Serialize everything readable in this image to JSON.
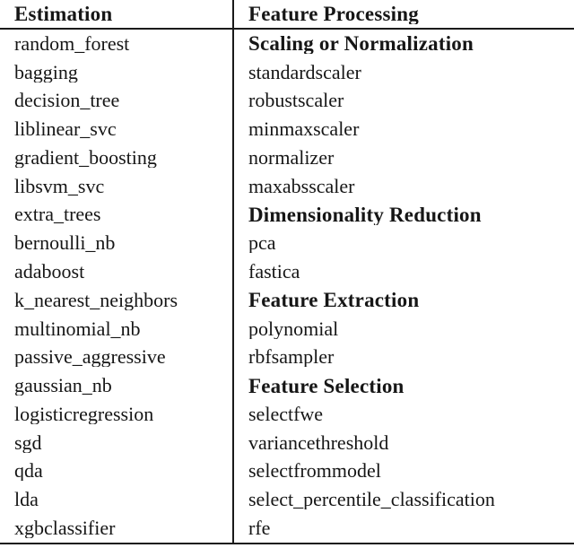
{
  "colors": {
    "background": "#ffffff",
    "text": "#161616",
    "rule": "#1a1a1a"
  },
  "table": {
    "header": [
      "Estimation",
      "Feature Processing"
    ],
    "rows": [
      {
        "estimation": "random_forest",
        "feature": "Scaling or Normalization",
        "bold": true
      },
      {
        "estimation": "bagging",
        "feature": "standardscaler",
        "bold": false
      },
      {
        "estimation": "decision_tree",
        "feature": "robustscaler",
        "bold": false
      },
      {
        "estimation": "liblinear_svc",
        "feature": "minmaxscaler",
        "bold": false
      },
      {
        "estimation": "gradient_boosting",
        "feature": "normalizer",
        "bold": false
      },
      {
        "estimation": "libsvm_svc",
        "feature": "maxabsscaler",
        "bold": false
      },
      {
        "estimation": "extra_trees",
        "feature": "Dimensionality Reduction",
        "bold": true
      },
      {
        "estimation": "bernoulli_nb",
        "feature": "pca",
        "bold": false
      },
      {
        "estimation": "adaboost",
        "feature": "fastica",
        "bold": false
      },
      {
        "estimation": "k_nearest_neighbors",
        "feature": "Feature Extraction",
        "bold": true
      },
      {
        "estimation": "multinomial_nb",
        "feature": "polynomial",
        "bold": false
      },
      {
        "estimation": "passive_aggressive",
        "feature": "rbfsampler",
        "bold": false
      },
      {
        "estimation": "gaussian_nb",
        "feature": "Feature Selection",
        "bold": true
      },
      {
        "estimation": "logisticregression",
        "feature": "selectfwe",
        "bold": false
      },
      {
        "estimation": "sgd",
        "feature": "variancethreshold",
        "bold": false
      },
      {
        "estimation": "qda",
        "feature": "selectfrommodel",
        "bold": false
      },
      {
        "estimation": "lda",
        "feature": "select_percentile_classification",
        "bold": false
      },
      {
        "estimation": "xgbclassifier",
        "feature": "rfe",
        "bold": false
      }
    ]
  }
}
